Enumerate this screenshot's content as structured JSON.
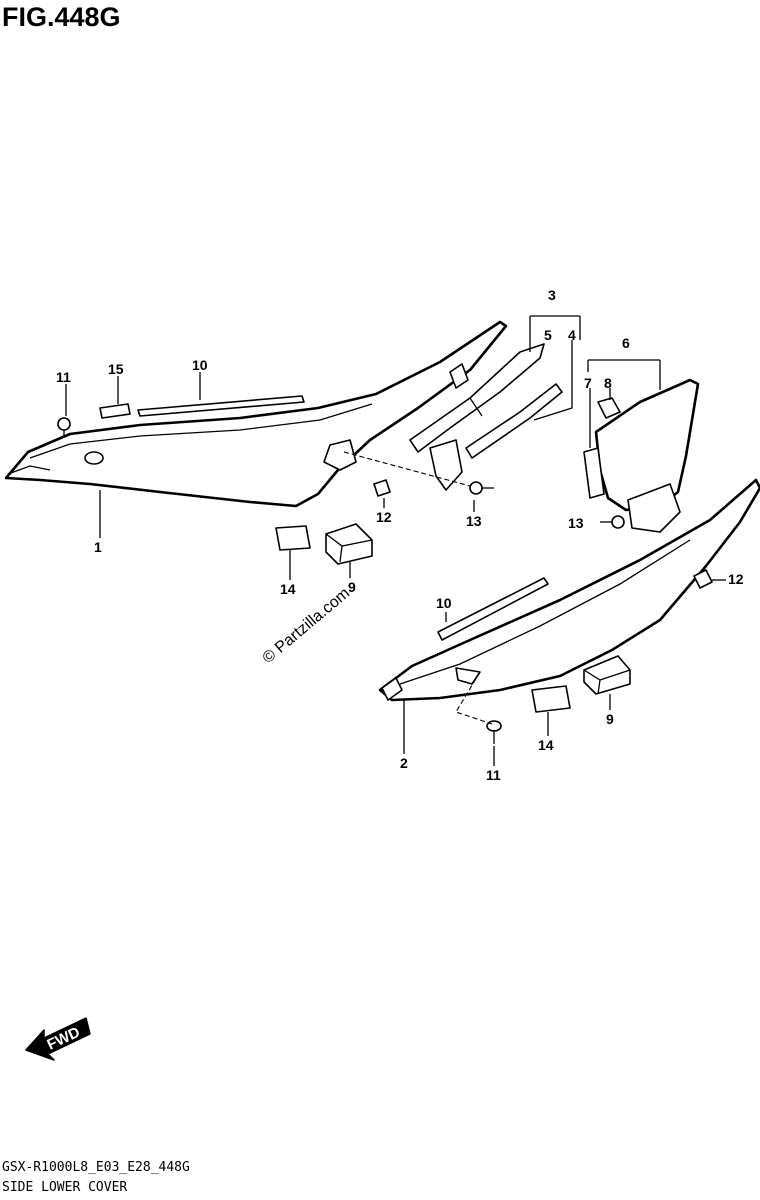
{
  "figure": {
    "title": "FIG.448G"
  },
  "callouts": {
    "c1": "1",
    "c2": "2",
    "c3": "3",
    "c4": "4",
    "c5": "5",
    "c6": "6",
    "c7": "7",
    "c8": "8",
    "c9a": "9",
    "c9b": "9",
    "c10a": "10",
    "c10b": "10",
    "c11a": "11",
    "c11b": "11",
    "c12a": "12",
    "c12b": "12",
    "c13a": "13",
    "c13b": "13",
    "c14a": "14",
    "c14b": "14",
    "c15": "15"
  },
  "watermark": "© Partzilla.com",
  "fwd_label": "FWD",
  "footer": {
    "model_code": "GSX-R1000L8_E03_E28_448G",
    "section_name": "SIDE LOWER COVER"
  }
}
